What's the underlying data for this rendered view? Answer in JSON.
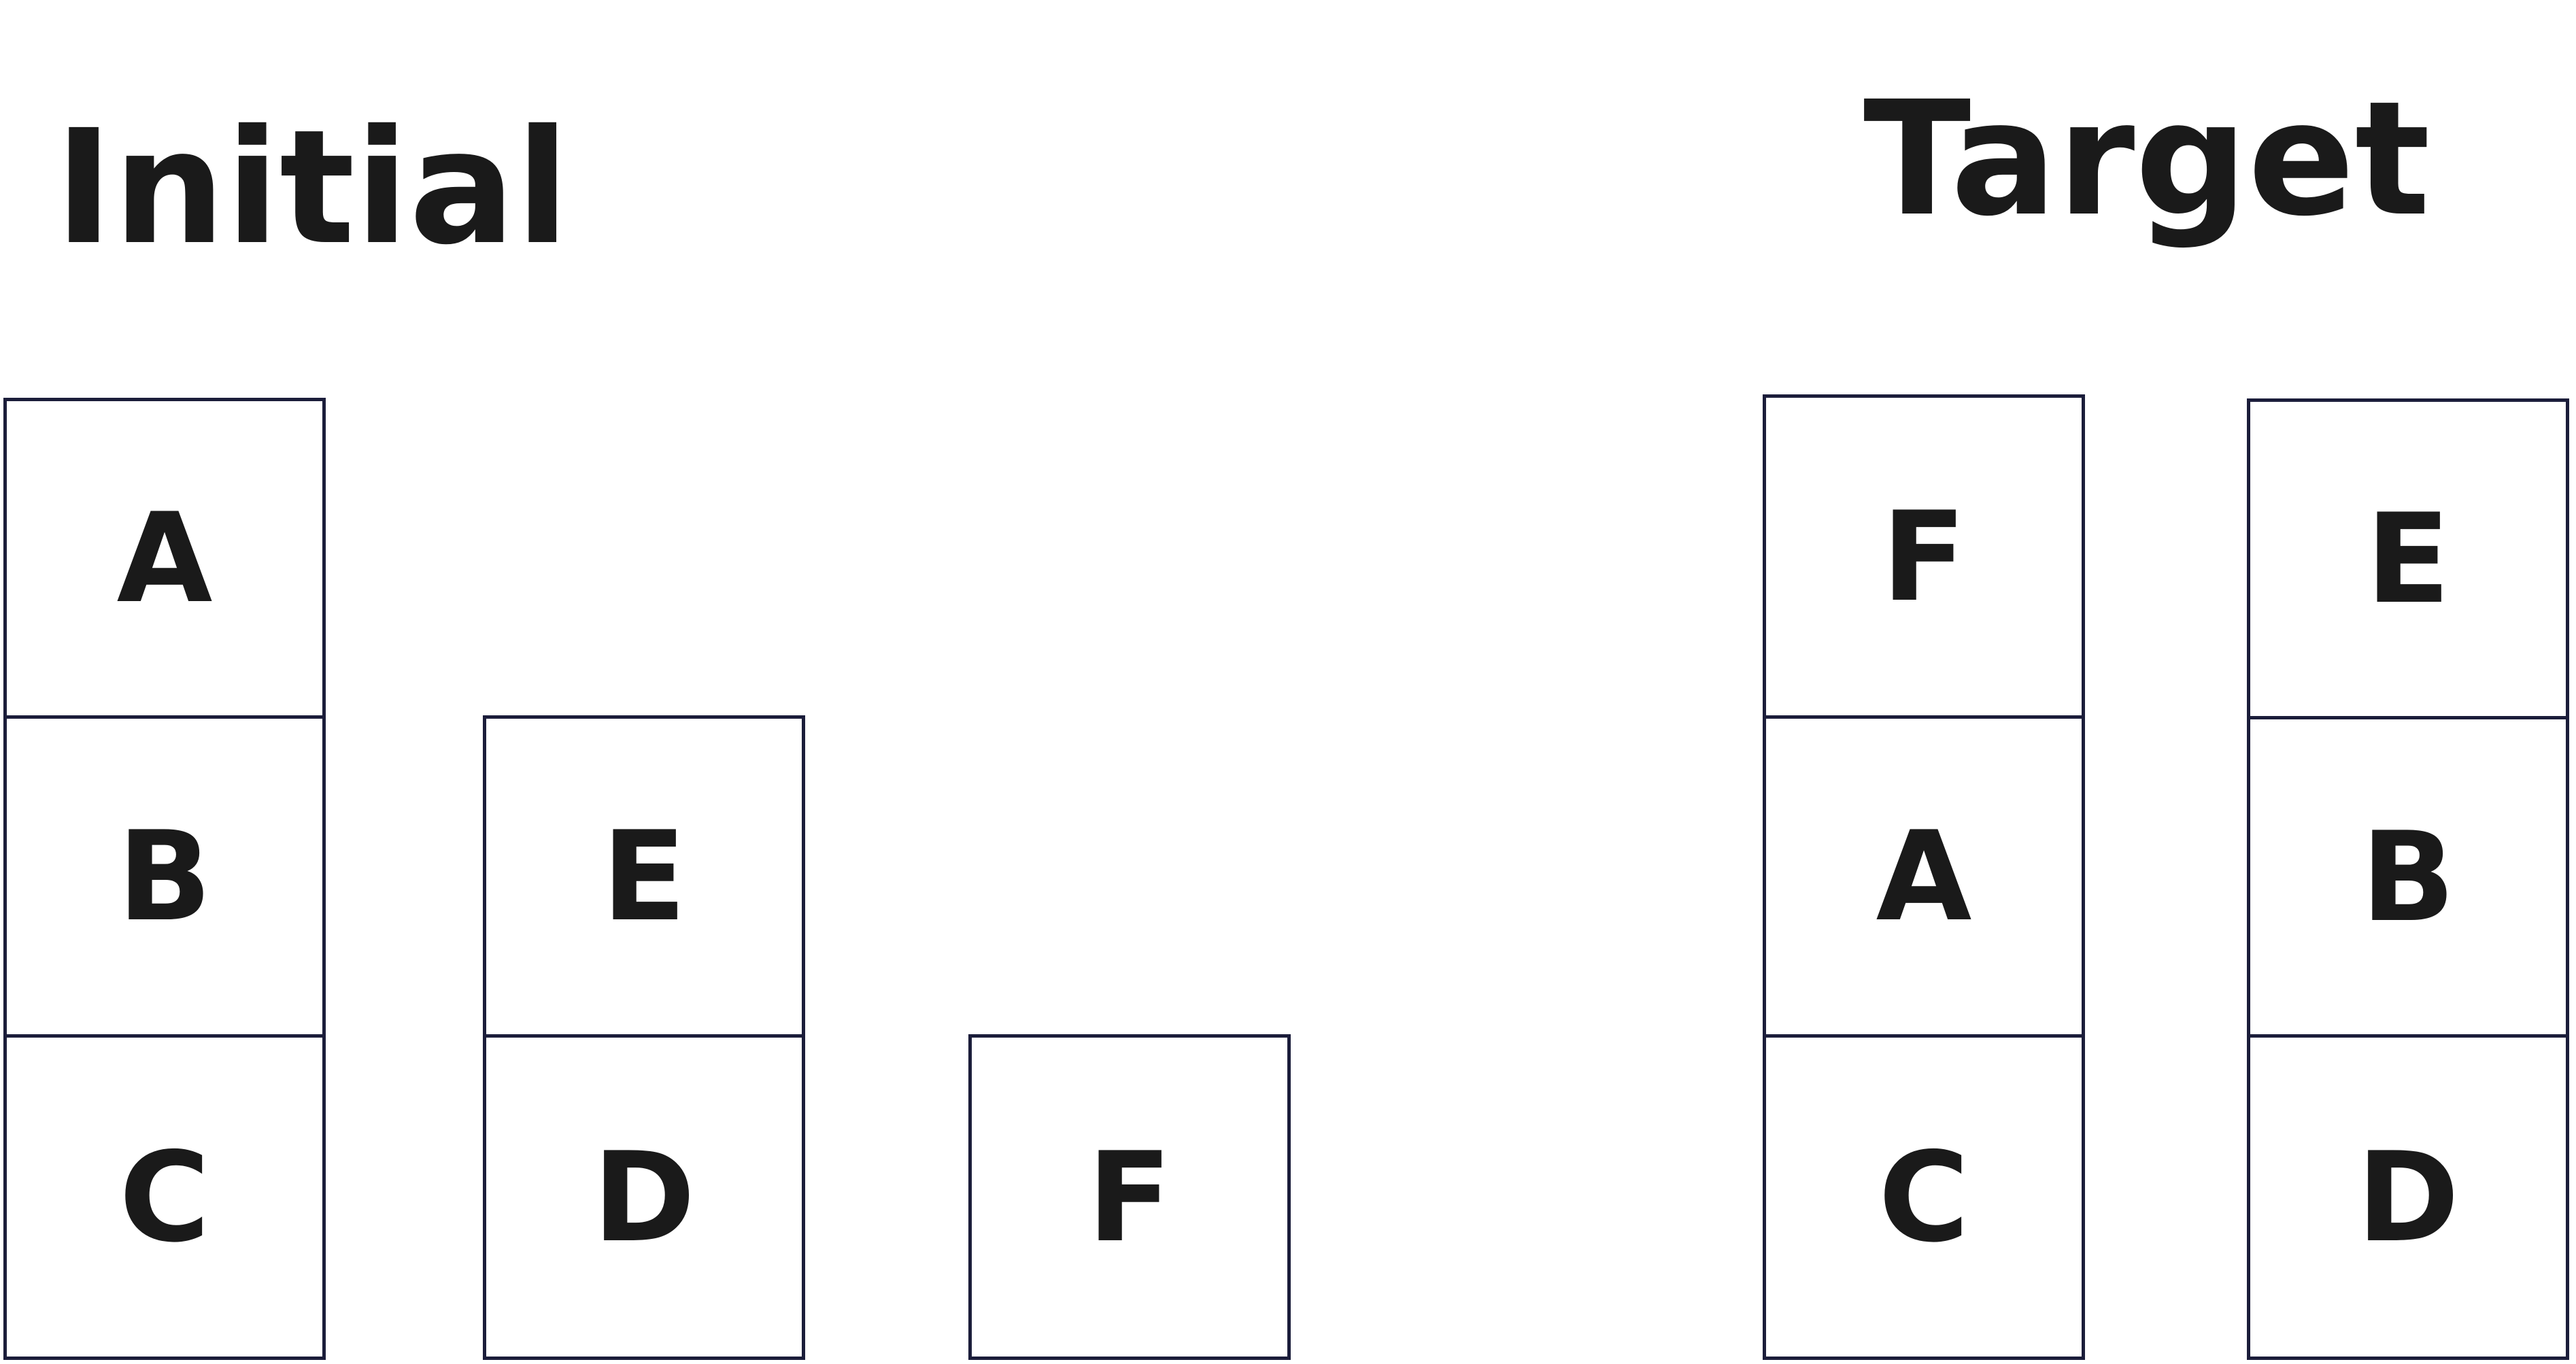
{
  "initial": {
    "title": "Initial",
    "stacks": [
      [
        "A",
        "B",
        "C"
      ],
      [
        "E",
        "D"
      ],
      [
        "F"
      ]
    ]
  },
  "target": {
    "title": "Target",
    "stacks": [
      [
        "F",
        "A",
        "C"
      ],
      [
        "E",
        "B",
        "D"
      ]
    ]
  },
  "colors": {
    "block_border": "#1b1d3a",
    "text": "#1a1a1a",
    "background": "#ffffff"
  }
}
